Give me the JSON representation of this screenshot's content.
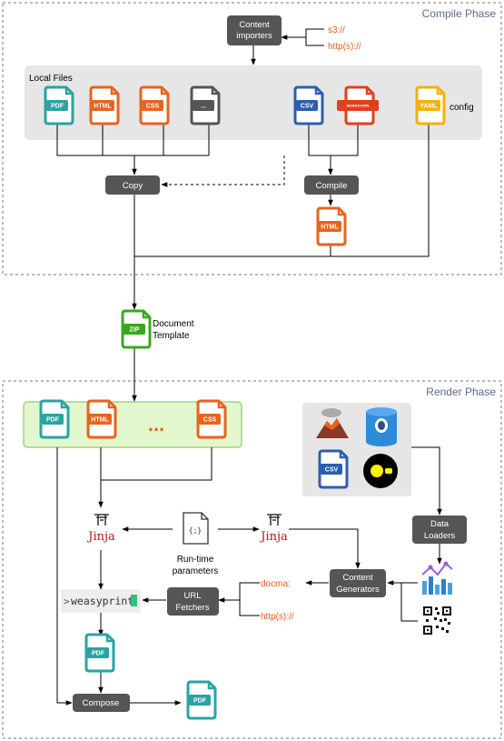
{
  "phases": {
    "compile": "Compile Phase",
    "render": "Render Phase"
  },
  "nodes": {
    "content_importers": [
      "Content",
      "importers"
    ],
    "copy": "Copy",
    "compile": "Compile",
    "data_loaders": [
      "Data",
      "Loaders"
    ],
    "content_generators": [
      "Content",
      "Generators"
    ],
    "url_fetchers": [
      "URL",
      "Fetchers"
    ],
    "compose": "Compose"
  },
  "sources": {
    "s3": "s3://",
    "http_top": "http(s)://",
    "docma": "docma:",
    "http_bottom": "http(s)://"
  },
  "labels": {
    "local_files": "Local Files",
    "config": "config",
    "document_template": [
      "Document",
      "Template"
    ],
    "runtime_params": [
      "Run-time",
      "parameters"
    ],
    "weasyprint": "weasyprint",
    "jinja": "Jinja",
    "ellipsis": "...",
    "params_icon": "{;}"
  },
  "file_types": {
    "pdf": "PDF",
    "html": "HTML",
    "css": "CSS",
    "other": "...",
    "csv": "CSV",
    "markdown": "MARKDOWN",
    "yaml": "YAML",
    "zip": "ZIP"
  },
  "colors": {
    "pdf": "#2aa3a3",
    "html": "#e8631e",
    "css": "#e8631e",
    "other": "#555555",
    "csv": "#2b5fad",
    "markdown": "#e0401e",
    "yaml": "#f2b20a",
    "zip": "#3aa81e",
    "node": "#555555",
    "phase_border": "#777777",
    "local_bg": "#e6e6e6",
    "template_bg": "#e3f7cf",
    "template_border": "#77c04a"
  }
}
